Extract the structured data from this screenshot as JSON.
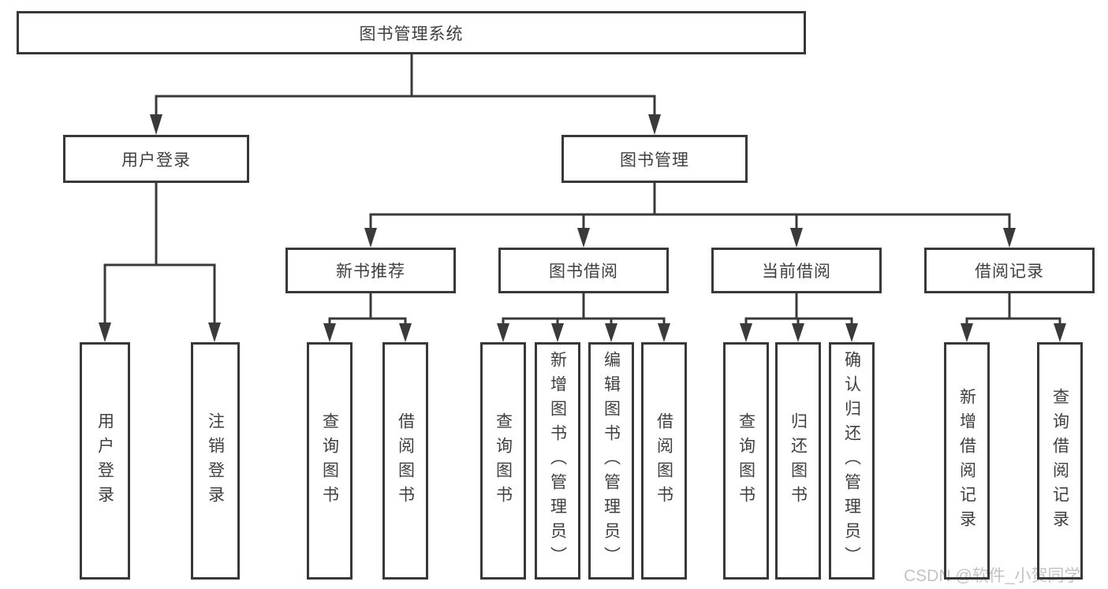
{
  "diagram": {
    "root": "图书管理系统",
    "branches": [
      {
        "label": "用户登录",
        "children": [
          "用户登录",
          "注销登录"
        ]
      },
      {
        "label": "图书管理",
        "groups": [
          {
            "label": "新书推荐",
            "children": [
              "查询图书",
              "借阅图书"
            ]
          },
          {
            "label": "图书借阅",
            "children": [
              "查询图书",
              "新增图书（管理员）",
              "编辑图书（管理员）",
              "借阅图书"
            ]
          },
          {
            "label": "当前借阅",
            "children": [
              "查询图书",
              "归还图书",
              "确认归还（管理员）"
            ]
          },
          {
            "label": "借阅记录",
            "children": [
              "新增借阅记录",
              "查询借阅记录"
            ]
          }
        ]
      }
    ]
  },
  "watermark": "CSDN @软件_小贺同学",
  "colors": {
    "line": "#3a3a3a",
    "text": "#3f3f3f",
    "watermark": "#c3c3c3",
    "background": "#ffffff"
  }
}
